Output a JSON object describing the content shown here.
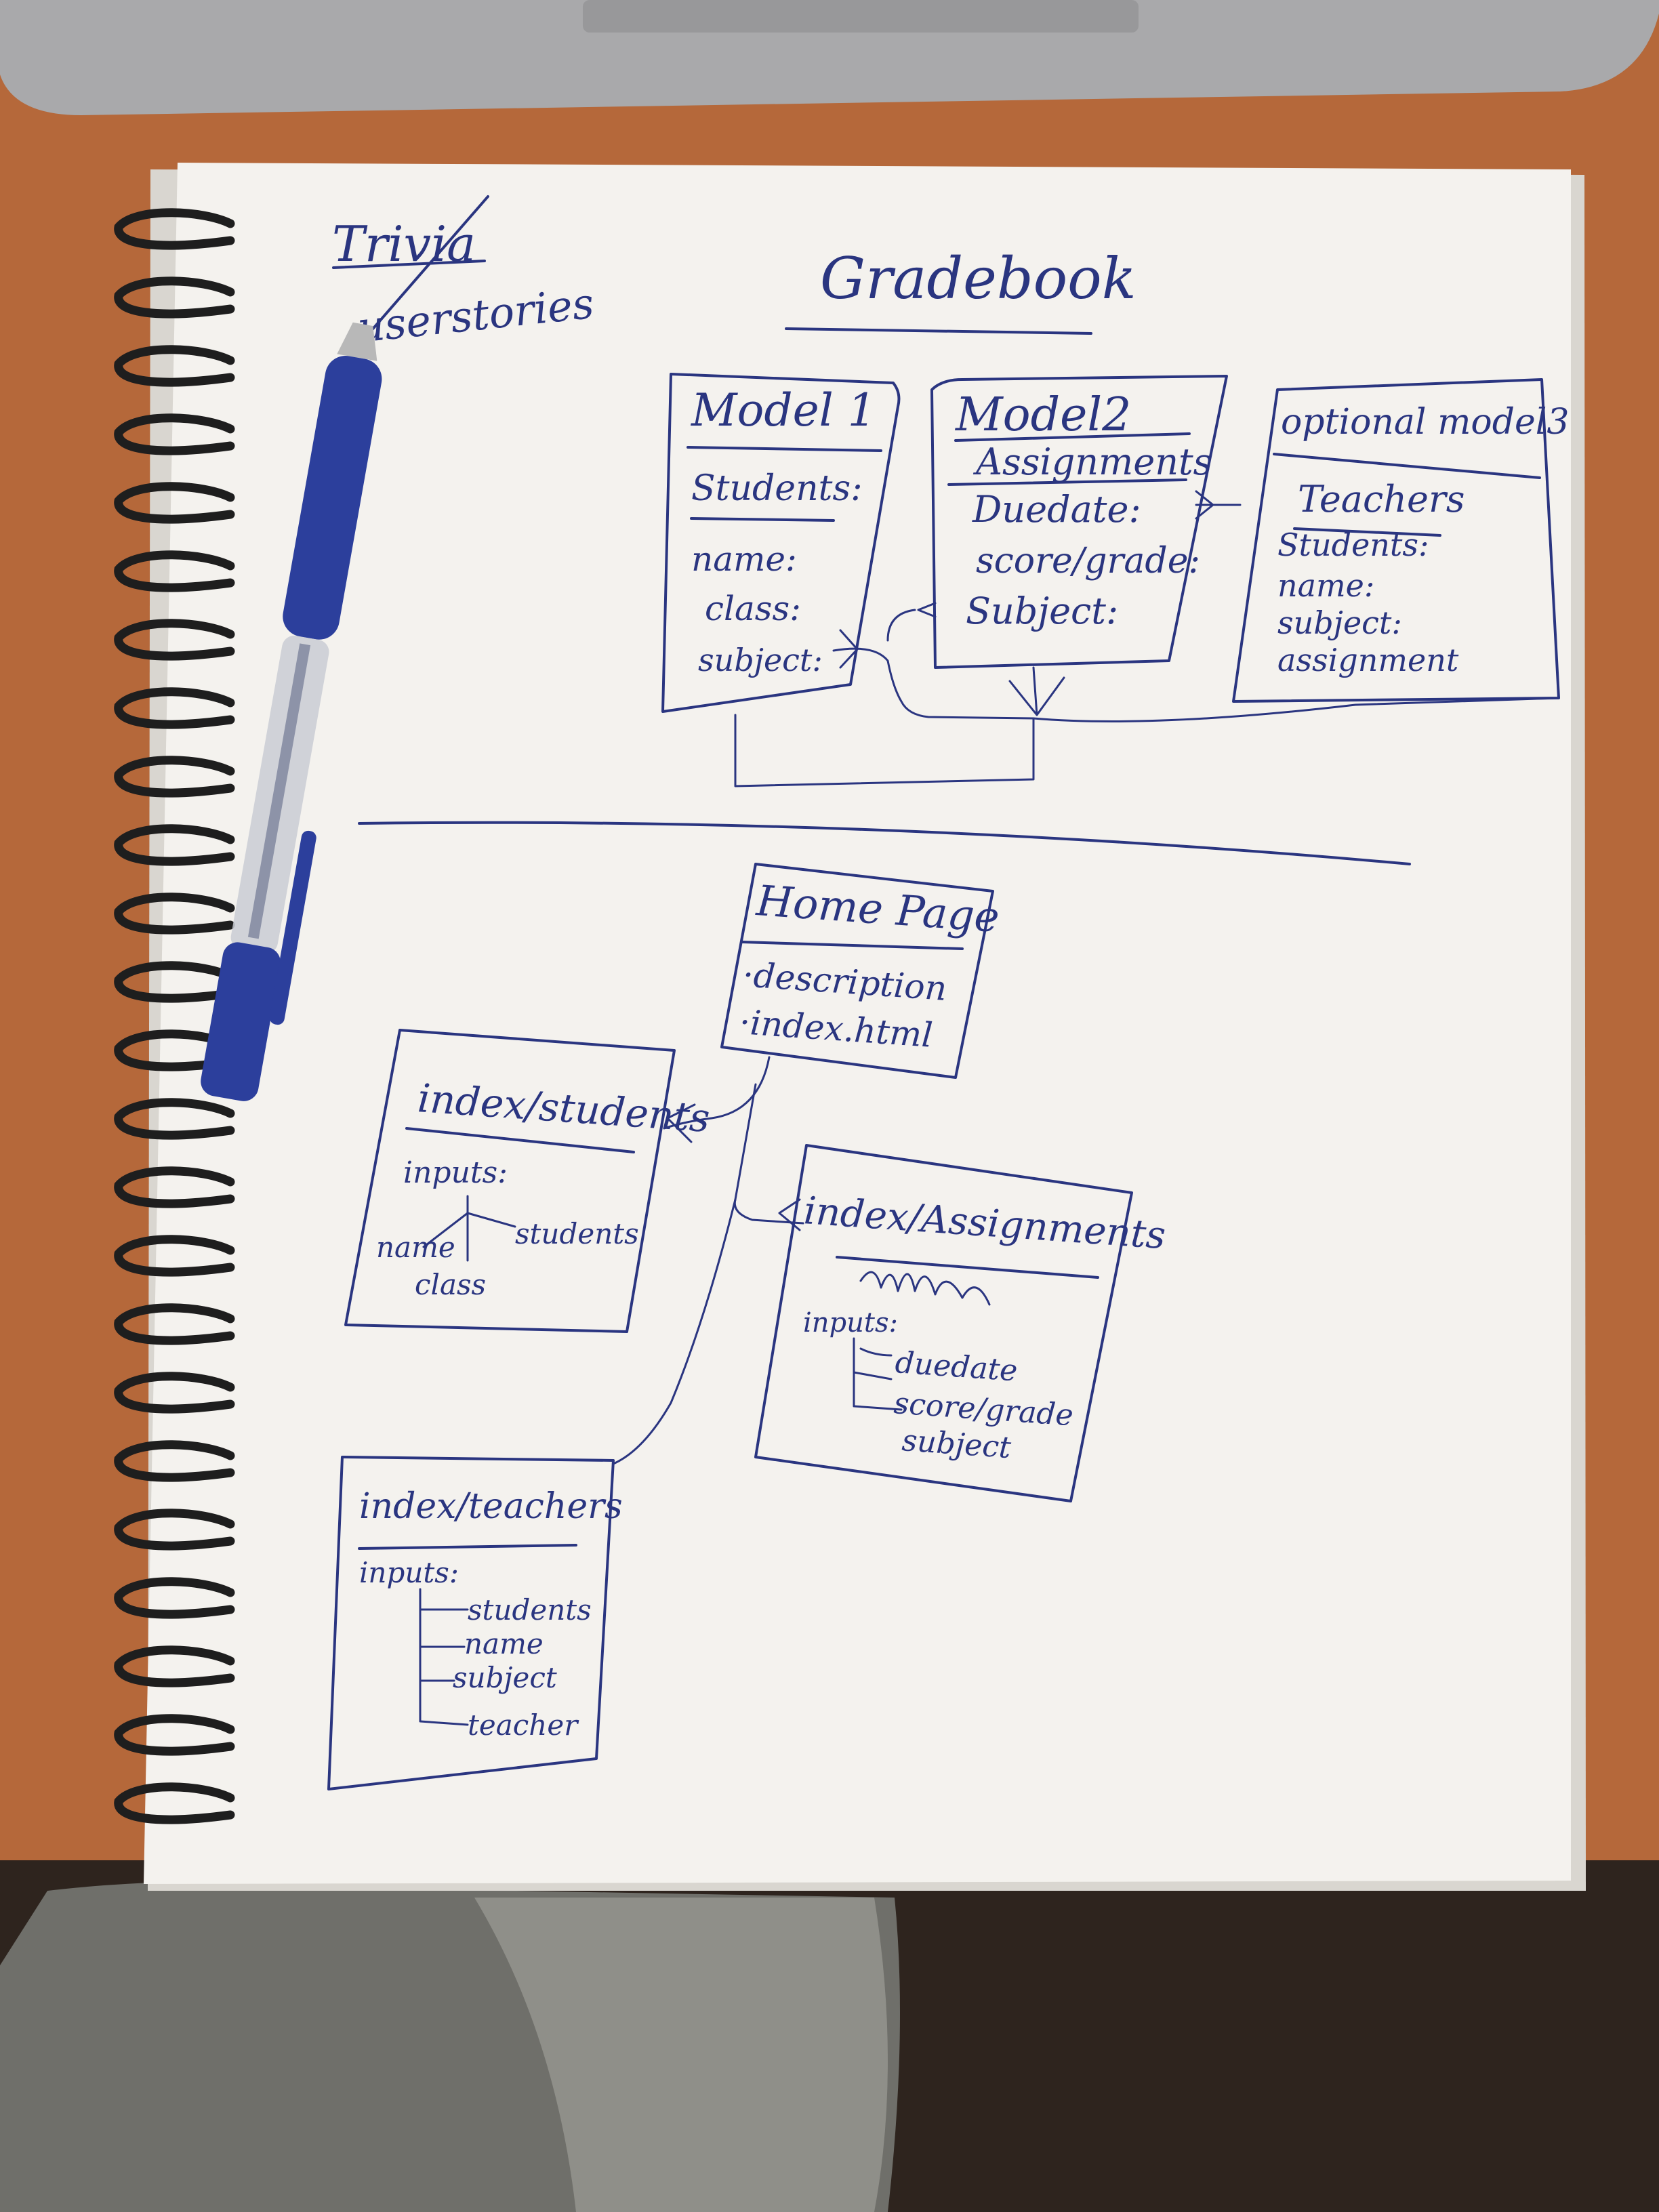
{
  "colors": {
    "desk": "#b5683a",
    "laptop": "#a9a9ab",
    "paper": "#f4f2ee",
    "ink": "#2a3580",
    "spiral": "#1e1e1e",
    "floor": "#2e241e",
    "pen_body": "#2c3f9c"
  },
  "header": {
    "trivia": "Trivia",
    "user_stories": "userstories",
    "title": "Gradebook"
  },
  "models": {
    "model1": {
      "title": "Model 1",
      "entity": "Students:",
      "fields": [
        "name:",
        "class:",
        "subject:"
      ]
    },
    "model2": {
      "title": "Model2",
      "entity": "Assignments",
      "fields": [
        "Duedate:",
        "score/grade:",
        "Subject:"
      ]
    },
    "model3": {
      "title": "optional model3",
      "entity": "Teachers",
      "fields": [
        "Students:",
        "name:",
        "subject:",
        "assignment"
      ]
    }
  },
  "pages": {
    "home": {
      "title": "Home Page",
      "items": [
        "·description",
        "·index.html"
      ]
    },
    "students": {
      "title": "index/students",
      "inputs_label": "inputs:",
      "branches": [
        "name",
        "class",
        "students"
      ]
    },
    "assignments": {
      "title": "index/Assignments",
      "inputs_label": "inputs:",
      "branches": [
        "duedate",
        "score/grade",
        "subject"
      ]
    },
    "teachers": {
      "title": "index/teachers",
      "inputs_label": "inputs:",
      "branches": [
        "students",
        "name",
        "subject",
        "teacher"
      ]
    }
  }
}
